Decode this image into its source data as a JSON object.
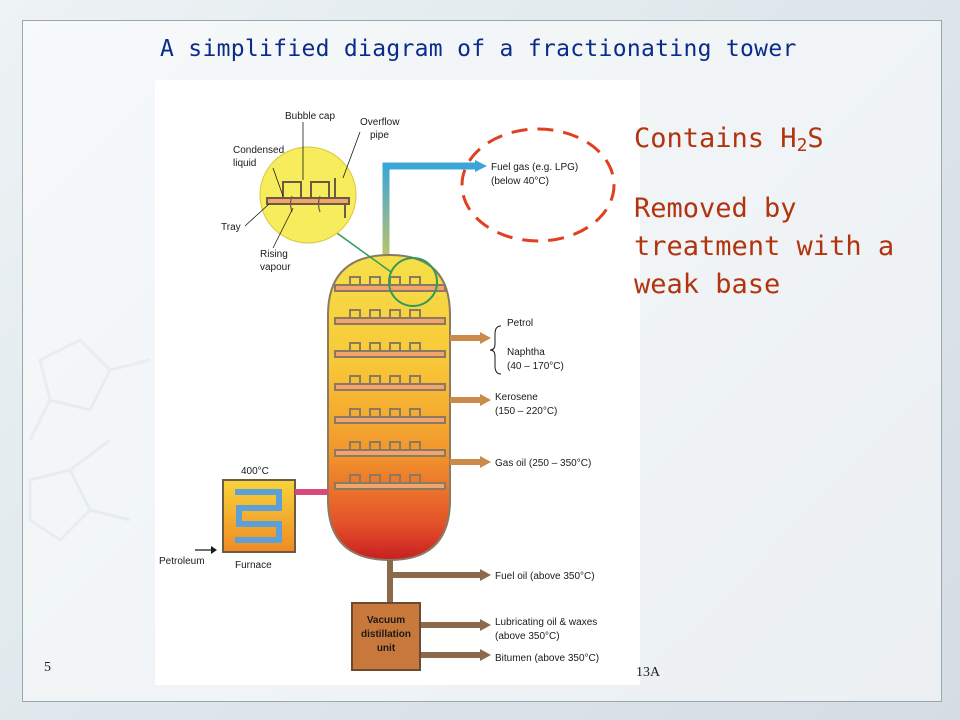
{
  "slide": {
    "title": "A simplified diagram of a fractionating tower",
    "page_number": "5",
    "footer_code": "13A"
  },
  "notes": {
    "contains_prefix": "Contains H",
    "contains_sub": "2",
    "contains_suffix": "S",
    "removed": "Removed by treatment with a weak base"
  },
  "diagram": {
    "inset_labels": {
      "bubble_cap": "Bubble cap",
      "overflow_pipe_1": "Overflow",
      "overflow_pipe_2": "pipe",
      "condensed_1": "Condensed",
      "condensed_2": "liquid",
      "tray": "Tray",
      "rising_1": "Rising",
      "rising_2": "vapour"
    },
    "fractions": {
      "fuel_gas_1": "Fuel gas (e.g. LPG)",
      "fuel_gas_2": "(below 40°C)",
      "petrol": "Petrol",
      "naphtha_1": "Naphtha",
      "naphtha_2": "(40 – 170°C)",
      "kerosene_1": "Kerosene",
      "kerosene_2": "(150 – 220°C)",
      "gas_oil": "Gas oil (250 – 350°C)",
      "fuel_oil": "Fuel oil (above 350°C)",
      "lub_1": "Lubricating oil & waxes",
      "lub_2": "(above 350°C)",
      "bitumen": "Bitumen (above 350°C)"
    },
    "furnace": {
      "temp": "400°C",
      "label": "Furnace",
      "input": "Petroleum"
    },
    "vacuum_unit": {
      "line1": "Vacuum",
      "line2": "distillation",
      "line3": "unit"
    },
    "colors": {
      "accent_title": "#0b2b8a",
      "accent_note": "#b2340e",
      "highlight_dashed": "#e0401f"
    }
  }
}
